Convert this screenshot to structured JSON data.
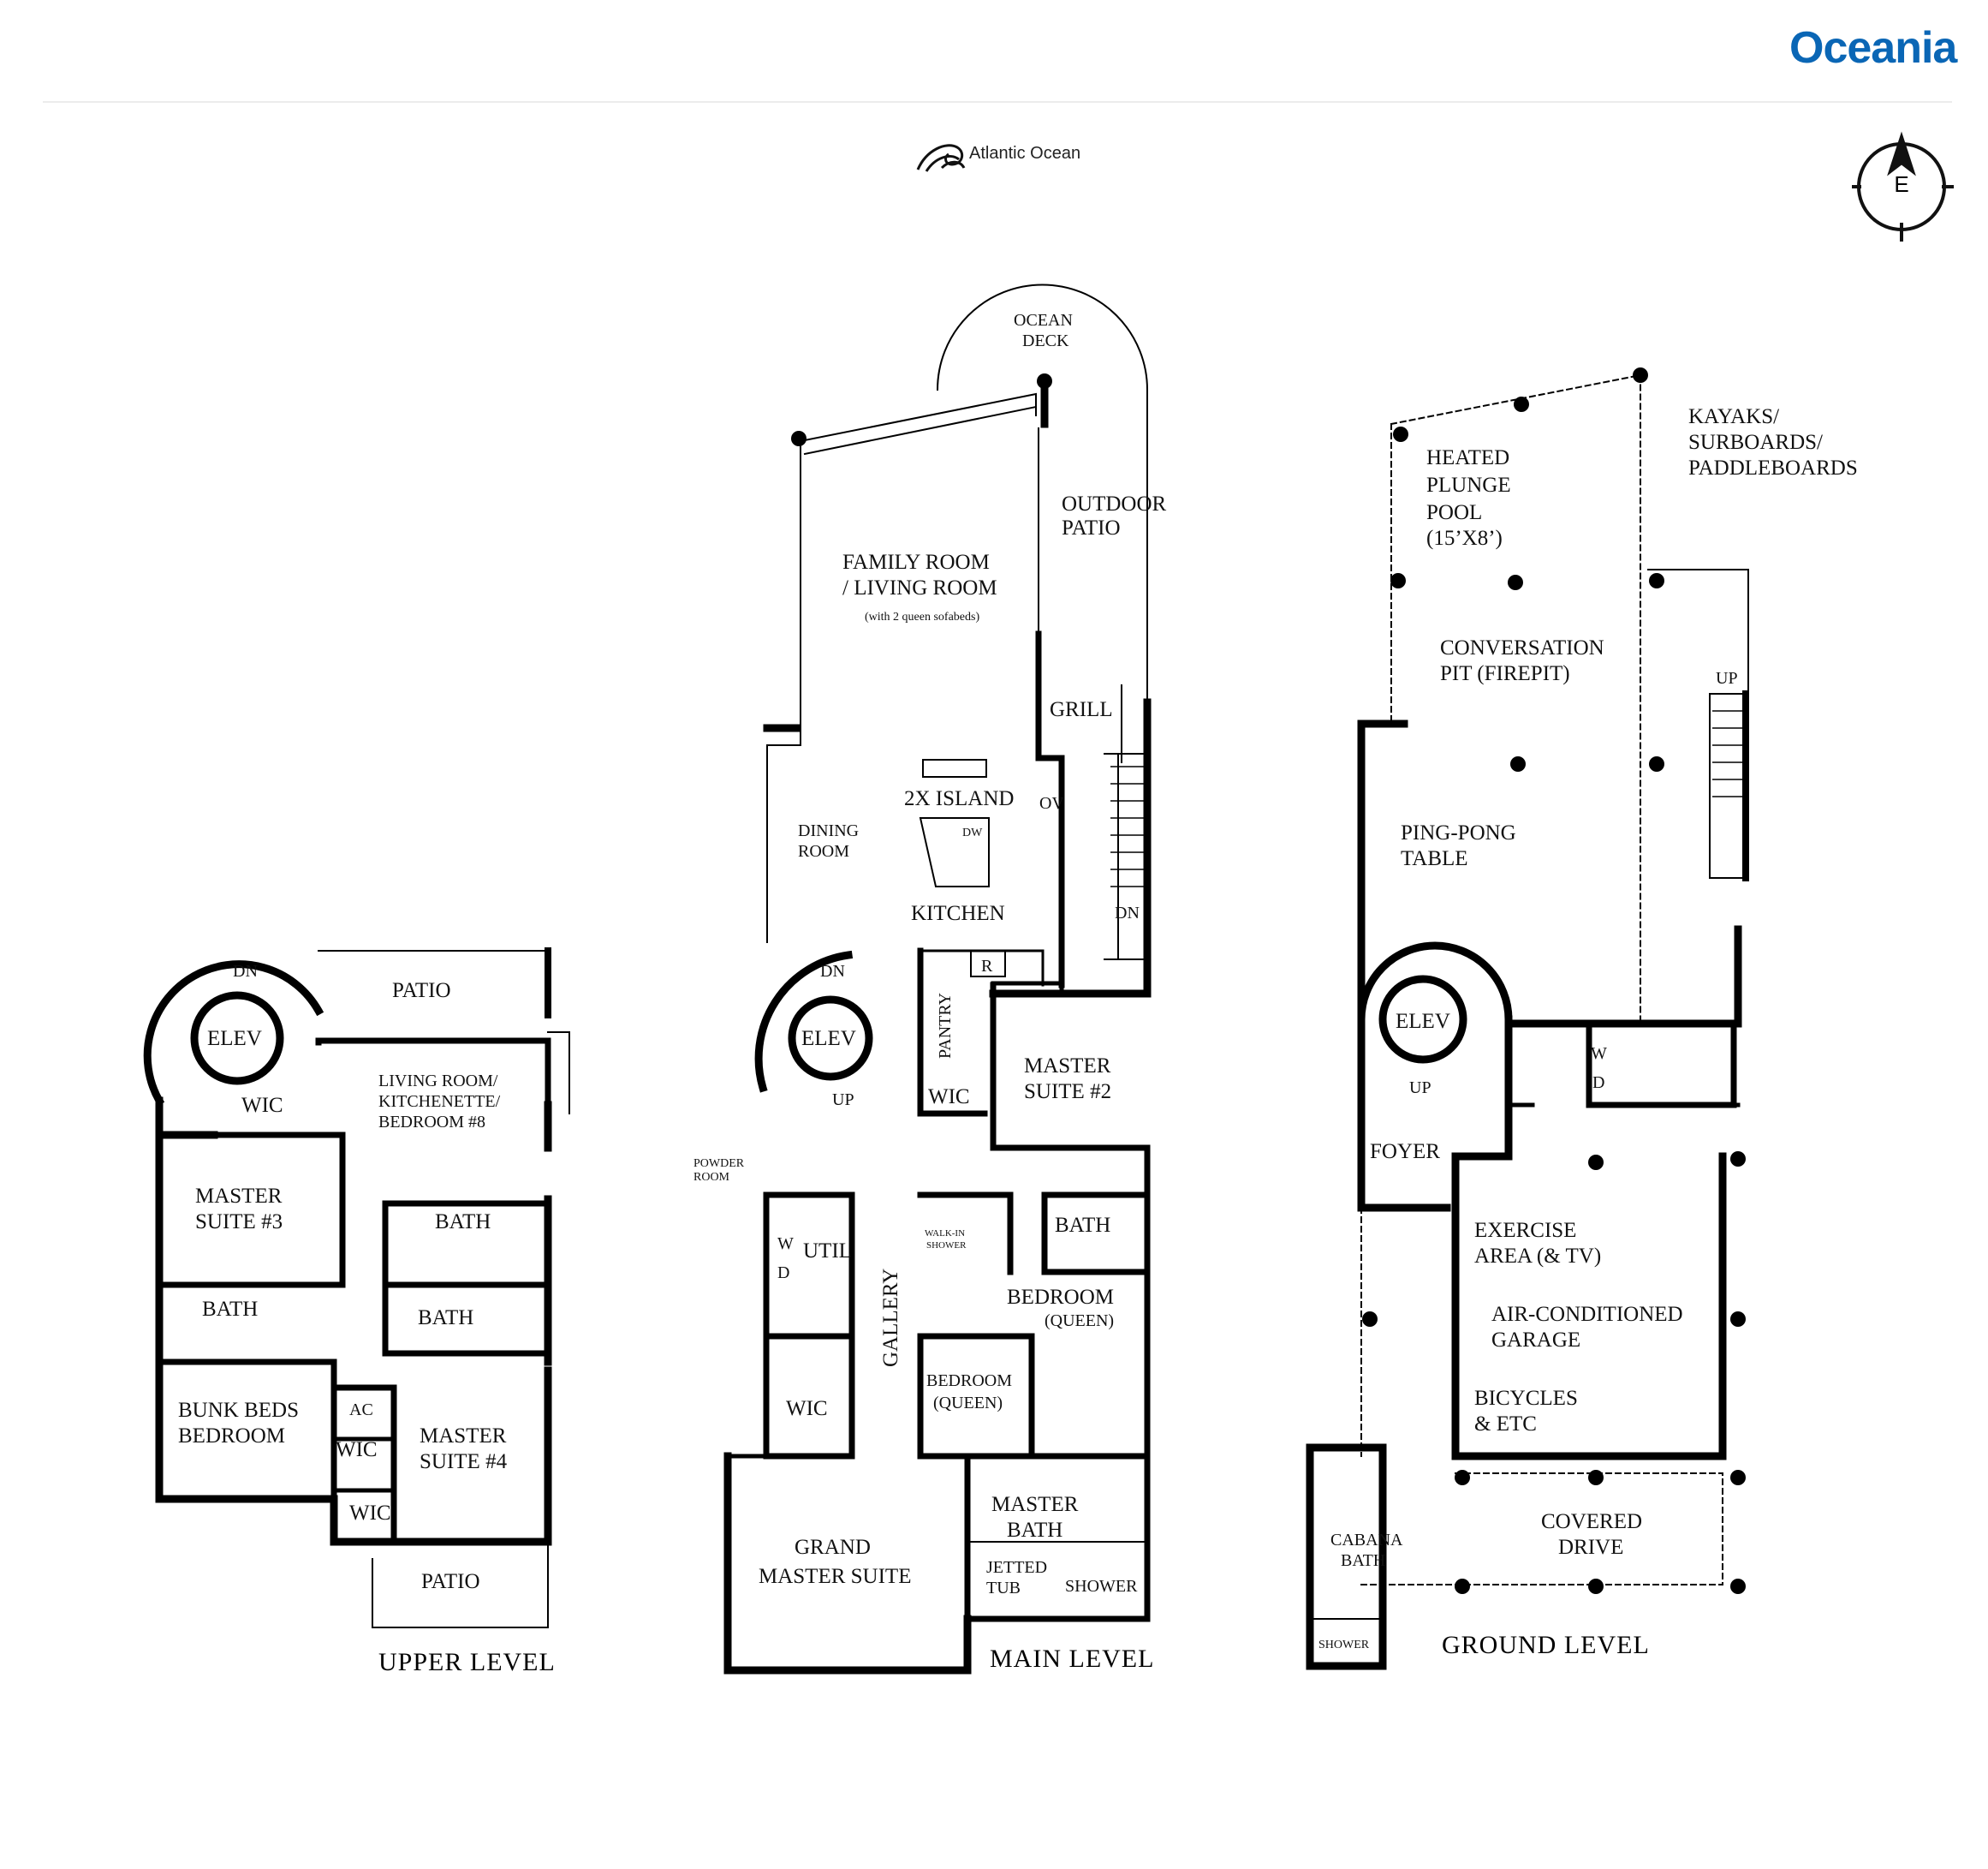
{
  "brand": {
    "name": "Oceania",
    "color": "#0a66b5"
  },
  "orientation": {
    "ocean_label": "Atlantic Ocean",
    "ocean_icon": "wave-icon",
    "compass_icon": "compass-icon",
    "compass_letter": "E"
  },
  "levels": {
    "upper": "UPPER LEVEL",
    "main": "MAIN LEVEL",
    "ground": "GROUND LEVEL"
  },
  "rooms": {
    "upper": {
      "dn": "DN",
      "elev": "ELEV",
      "patio_top": "PATIO",
      "wic_1": "WIC",
      "living_1": "LIVING ROOM/",
      "living_2": "KITCHENETTE/",
      "living_3": "BEDROOM #8",
      "master3_1": "MASTER",
      "master3_2": "SUITE #3",
      "bath_1": "BATH",
      "bath_2": "BATH",
      "bath_3": "BATH",
      "bunk_1": "BUNK BEDS",
      "bunk_2": "BEDROOM",
      "ac": "AC",
      "wic_2": "WIC",
      "wic_3": "WIC",
      "master4_1": "MASTER",
      "master4_2": "SUITE #4",
      "patio_bottom": "PATIO"
    },
    "main": {
      "ocean_deck_1": "OCEAN",
      "ocean_deck_2": "DECK",
      "outdoor_1": "OUTDOOR",
      "outdoor_2": "PATIO",
      "family_1": "FAMILY ROOM",
      "family_2": "/ LIVING ROOM",
      "family_note": "(with 2 queen sofabeds)",
      "grill": "GRILL",
      "island": "2X ISLAND",
      "ov": "OV",
      "dw": "DW",
      "dining_1": "DINING",
      "dining_2": "ROOM",
      "kitchen": "KITCHEN",
      "dn_stair": "DN",
      "dn_spiral": "DN",
      "elev": "ELEV",
      "up": "UP",
      "r": "R",
      "pantry": "PANTRY",
      "wic_1": "WIC",
      "master2_1": "MASTER",
      "master2_2": "SUITE #2",
      "powder_1": "POWDER",
      "powder_2": "ROOM",
      "w": "W",
      "d": "D",
      "util": "UTIL",
      "gallery": "GALLERY",
      "walkin_1": "WALK-IN",
      "walkin_2": "SHOWER",
      "bath": "BATH",
      "bed_queen_1": "BEDROOM",
      "bed_queen_1b": "(QUEEN)",
      "bed_queen_2": "BEDROOM",
      "bed_queen_2b": "(QUEEN)",
      "wic_2": "WIC",
      "mbath_1": "MASTER",
      "mbath_2": "BATH",
      "jetted_1": "JETTED",
      "jetted_2": "TUB",
      "shower": "SHOWER",
      "grand_1": "GRAND",
      "grand_2": "MASTER SUITE"
    },
    "ground": {
      "pool_1": "HEATED",
      "pool_2": "PLUNGE",
      "pool_3": "POOL",
      "pool_4": "(15’X8’)",
      "kayak_1": "KAYAKS/",
      "kayak_2": "SURBOARDS/",
      "kayak_3": "PADDLEBOARDS",
      "conv_1": "CONVERSATION",
      "conv_2": "PIT (FIREPIT)",
      "up_stair": "UP",
      "ping_1": "PING-PONG",
      "ping_2": "TABLE",
      "elev": "ELEV",
      "up": "UP",
      "w": "W",
      "d": "D",
      "foyer": "FOYER",
      "exercise_1": "EXERCISE",
      "exercise_2": "AREA (& TV)",
      "garage_1": "AIR-CONDITIONED",
      "garage_2": "GARAGE",
      "bikes_1": "BICYCLES",
      "bikes_2": "&  ETC",
      "cabana_1": "CABANA",
      "cabana_2": "BATH",
      "shower": "SHOWER",
      "covered_1": "COVERED",
      "covered_2": "DRIVE"
    }
  }
}
